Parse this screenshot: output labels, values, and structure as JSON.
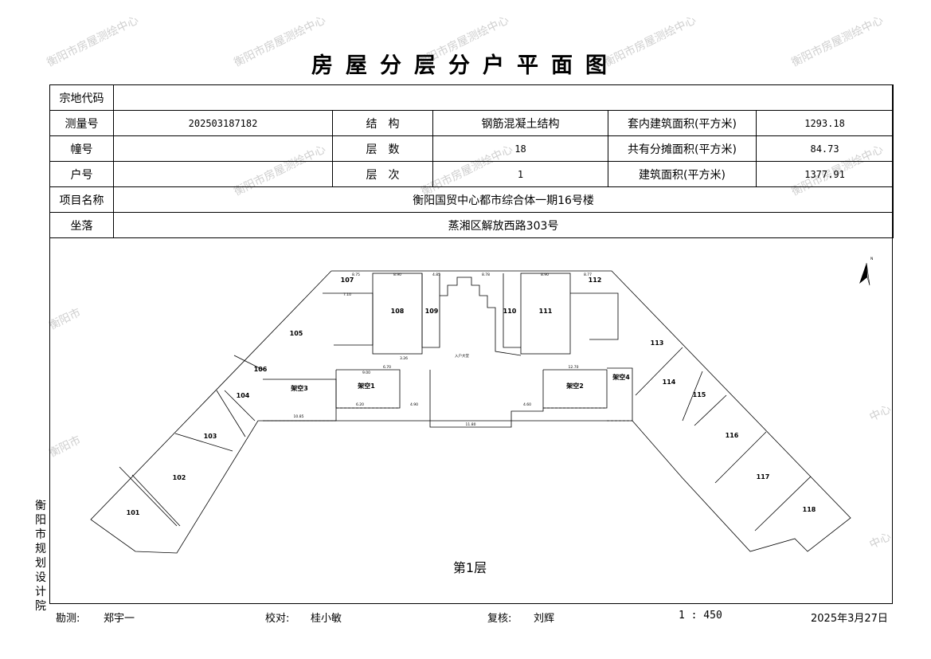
{
  "title": "房屋分层分户平面图",
  "watermarks": [
    "衡阳市房屋测绘中心",
    "衡阳市",
    "中心"
  ],
  "info": {
    "zongdi_label": "宗地代码",
    "zongdi_value": "",
    "celiang_label": "测量号",
    "celiang_value": "202503187182",
    "jiegou_label": "结　构",
    "jiegou_value": "钢筋混凝土结构",
    "taonei_label": "套内建筑面积(平方米)",
    "taonei_value": "1293.18",
    "zhuang_label": "幢号",
    "zhuang_value": "",
    "censhu_label": "层　数",
    "censhu_value": "18",
    "gongyou_label": "共有分摊面积(平方米)",
    "gongyou_value": "84.73",
    "hu_label": "户号",
    "hu_value": "",
    "cenci_label": "层　次",
    "cenci_value": "1",
    "jianzhu_label": "建筑面积(平方米)",
    "jianzhu_value": "1377.91",
    "xiangmu_label": "项目名称",
    "xiangmu_value": "衡阳国贸中心都市综合体一期16号楼",
    "zuoluo_label": "坐落",
    "zuoluo_value": "蒸湘区解放西路303号"
  },
  "plan": {
    "floor_label": "第1层",
    "north": "N",
    "lobby": "入户大堂",
    "rooms": [
      "101",
      "102",
      "103",
      "104",
      "105",
      "106",
      "107",
      "108",
      "109",
      "110",
      "111",
      "112",
      "113",
      "114",
      "115",
      "116",
      "117",
      "118"
    ],
    "voids": [
      "架空1",
      "架空2",
      "架空3",
      "架空4"
    ],
    "dims": [
      "8.75",
      "8.90",
      "4.85",
      "8.78",
      "8.90",
      "8.77",
      "11.80",
      "10.85",
      "4.90",
      "4.60",
      "12.70",
      "6.20",
      "9.00",
      "6.70",
      "7.10",
      "3.26"
    ]
  },
  "side_text": "衡阳市规划设计院",
  "footer": {
    "kance_label": "勘测:",
    "kance_name": "郑宇一",
    "jiaodui_label": "校对:",
    "jiaodui_name": "桂小敏",
    "fuhe_label": "复核:",
    "fuhe_name": "刘辉",
    "scale": "1 : 450",
    "date": "2025年3月27日"
  }
}
